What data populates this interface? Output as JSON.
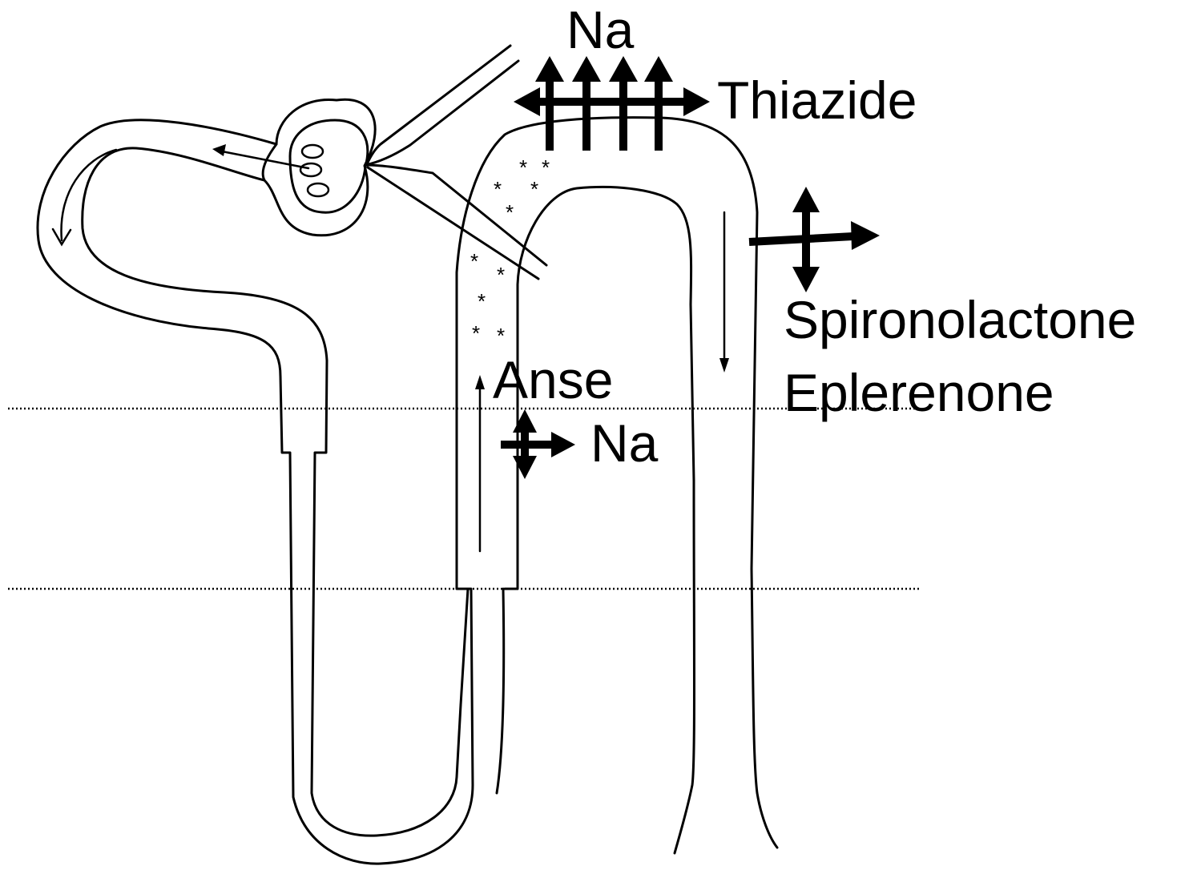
{
  "labels": {
    "na_top": "Na",
    "thiazide": "Thiazide",
    "spironolactone": "Spironolactone",
    "eplerenone": "Eplerenone",
    "anse": "Anse",
    "na_loop": "Na"
  },
  "markers": {
    "macula_densa": "*"
  },
  "colors": {
    "ink": "#000000",
    "background": "#ffffff"
  }
}
